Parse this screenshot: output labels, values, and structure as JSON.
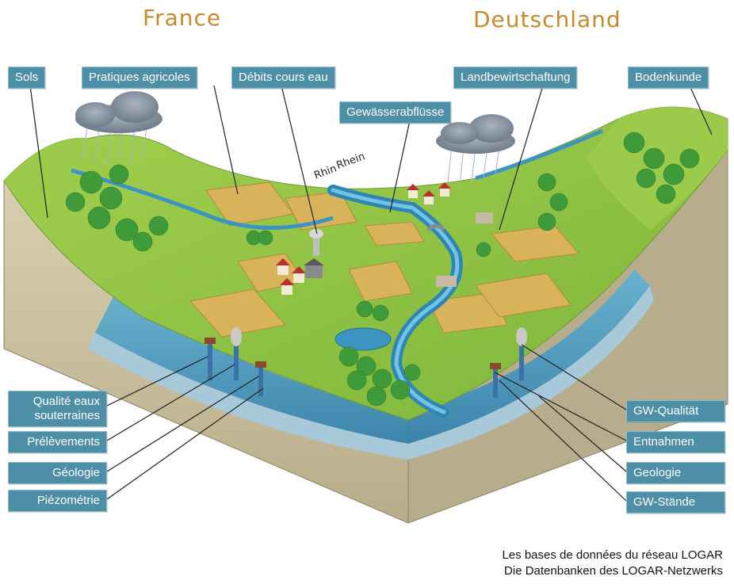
{
  "countries": {
    "left": "France",
    "right": "Deutschland"
  },
  "rivers": {
    "fr": "Rhin",
    "de": "Rhein"
  },
  "labels_top": {
    "sols": "Sols",
    "pratiques": "Pratiques agricoles",
    "debits": "Débits cours eau",
    "gewasser": "Gewässerabflüsse",
    "landbew": "Landbewirtschaftung",
    "bodenkunde": "Bodenkunde"
  },
  "labels_left": {
    "qualite": "Qualité eaux souterraines",
    "prelevements": "Prélèvements",
    "geologie": "Géologie",
    "piezometrie": "Piézométrie"
  },
  "labels_right": {
    "gw_qualitat": "GW-Qualität",
    "entnahmen": "Entnahmen",
    "geologie": "Geologie",
    "gw_stande": "GW-Stände"
  },
  "caption": {
    "fr": "Les bases de données du réseau LOGAR",
    "de": "Die Datenbanken des LOGAR-Netzwerks"
  },
  "colors": {
    "country_text": "#c9892c",
    "label_bg": "#4d8fa6",
    "grass": "#8cc63f",
    "water": "#2e86b5",
    "soil": "#c8bf9e"
  }
}
